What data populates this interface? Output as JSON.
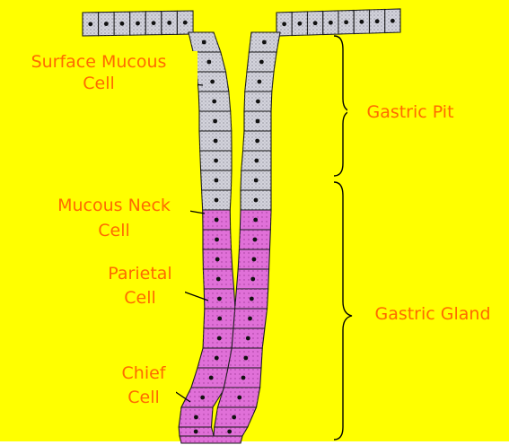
{
  "colors": {
    "background": "#ffff00",
    "label_text": "#ff6a00",
    "pit_cell": "#d4d4dc",
    "gland_cell": "#e070d8",
    "outline": "#1a1a1a"
  },
  "labels": {
    "surface_mucous": {
      "line1": "Surface Mucous",
      "line2": "Cell"
    },
    "mucous_neck": {
      "line1": "Mucous Neck",
      "line2": "Cell"
    },
    "parietal": {
      "line1": "Parietal",
      "line2": "Cell"
    },
    "chief": {
      "line1": "Chief",
      "line2": "Cell"
    },
    "gastric_pit": "Gastric Pit",
    "gastric_gland": "Gastric Gland"
  }
}
